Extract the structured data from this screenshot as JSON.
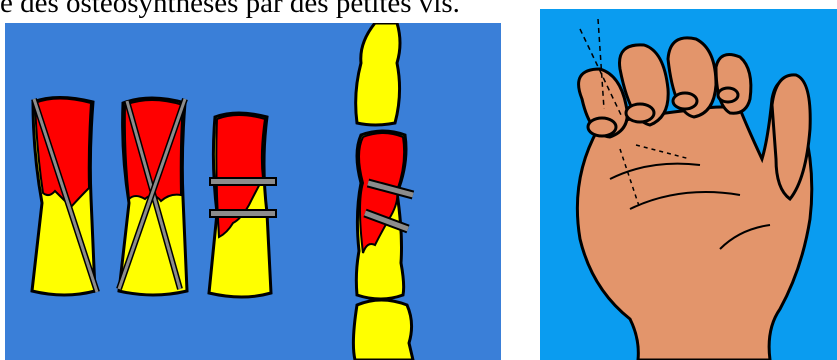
{
  "caption": "e des ostéosynthèses par des petites vis.",
  "colors": {
    "background_blue": "#3a7fd8",
    "bone_yellow": "#ffff00",
    "fracture_red": "#ff0000",
    "skin": "#e3956b",
    "outline": "#000000",
    "implant_gray": "#8c8c8c"
  },
  "panels": [
    {
      "name": "bone-fragments-panel",
      "content": "illustration of four fractured bones with crossed wires and screws"
    },
    {
      "name": "hand-panel",
      "content": "illustration of palm with flexed fingers"
    }
  ]
}
